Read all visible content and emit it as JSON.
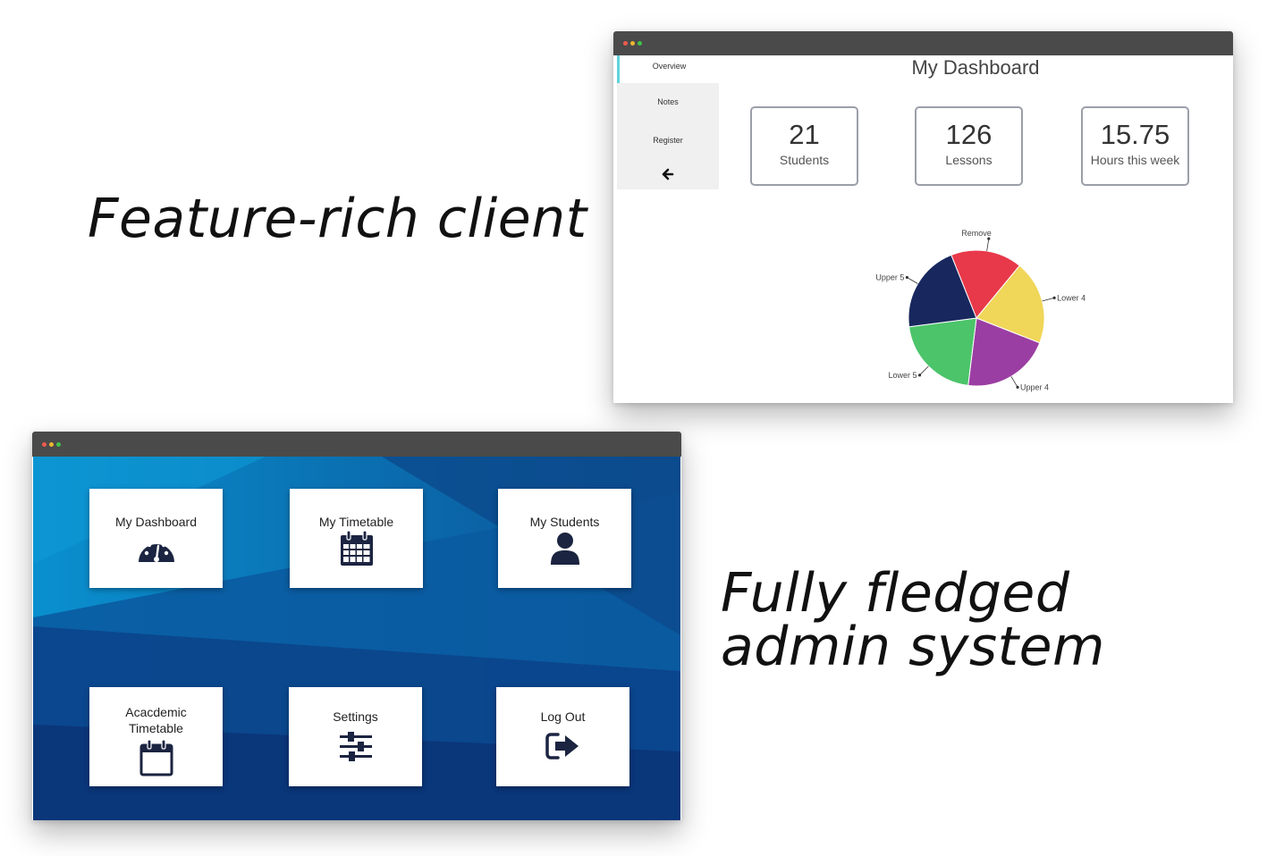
{
  "taglines": {
    "client": "Feature-rich client",
    "admin_line1": "Fully fledged",
    "admin_line2": "admin system"
  },
  "client_app": {
    "nav": {
      "overview": "Overview",
      "notes": "Notes",
      "register": "Register",
      "back_icon": "arrow-left-icon"
    },
    "title": "My Dashboard",
    "stats": [
      {
        "value": "21",
        "label": "Students"
      },
      {
        "value": "126",
        "label": "Lessons"
      },
      {
        "value": "15.75",
        "label": "Hours this week"
      }
    ]
  },
  "chart_data": {
    "type": "pie",
    "categories": [
      "Remove",
      "Lower 4",
      "Upper 4",
      "Lower 5",
      "Upper 5"
    ],
    "values": [
      17,
      20,
      21,
      21,
      21
    ],
    "colors": [
      "#e8394a",
      "#f0d659",
      "#9b3ea3",
      "#4cc46a",
      "#18285e"
    ],
    "legend": "labels on slices"
  },
  "admin_app": {
    "tiles": [
      {
        "label": "My Dashboard",
        "icon": "speedometer-icon"
      },
      {
        "label": "My Timetable",
        "icon": "calendar-grid-icon"
      },
      {
        "label": "My Students",
        "icon": "user-icon"
      },
      {
        "label": "Acacdemic\nTimetable",
        "icon": "calendar-icon"
      },
      {
        "label": "Settings",
        "icon": "sliders-icon"
      },
      {
        "label": "Log Out",
        "icon": "logout-icon"
      }
    ],
    "colors": {
      "icon": "#1b2440",
      "desktop_light": "#0a8fcf",
      "desktop_dark": "#0b3b7c"
    }
  }
}
